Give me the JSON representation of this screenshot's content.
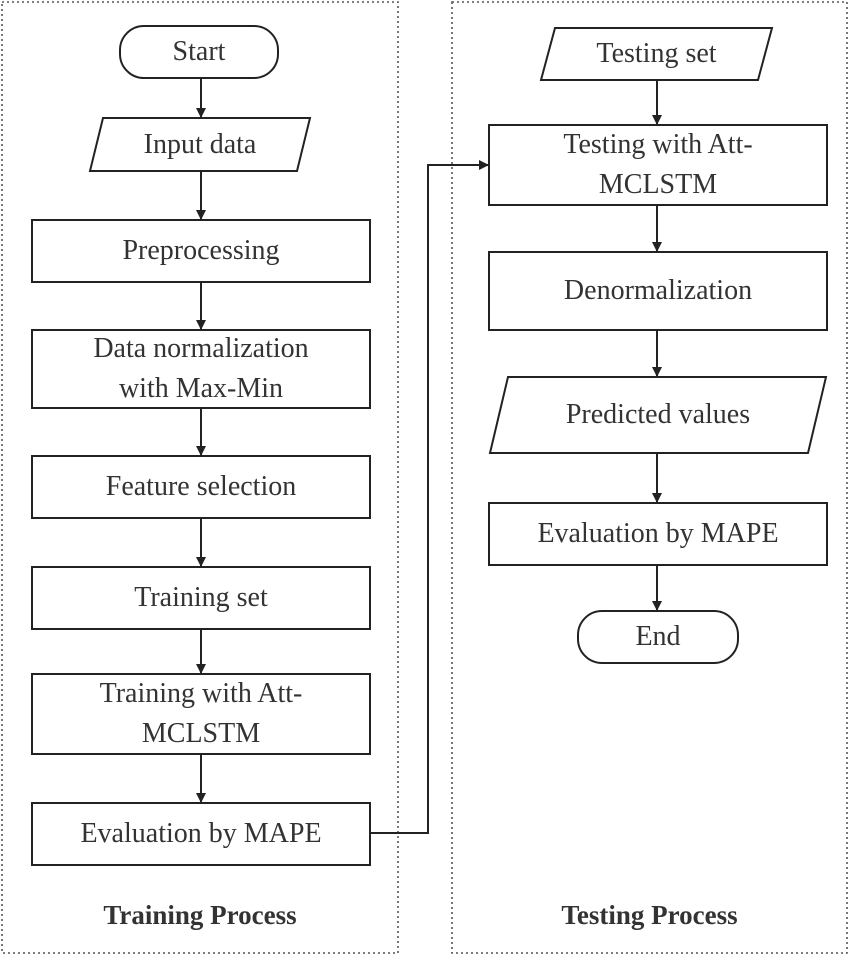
{
  "training": {
    "title": "Training Process",
    "start": "Start",
    "input": "Input data",
    "preprocessing": "Preprocessing",
    "normalization": "Data normalization with Max-Min",
    "feature": "Feature selection",
    "training_set": "Training set",
    "train_model": "Training with Att-MCLSTM",
    "evaluation": "Evaluation by MAPE"
  },
  "testing": {
    "title": "Testing Process",
    "testing_set": "Testing set",
    "test_model": "Testing with Att-MCLSTM",
    "denormalization": "Denormalization",
    "predicted": "Predicted values",
    "evaluation": "Evaluation by MAPE",
    "end": "End"
  },
  "colors": {
    "stroke": "#333333",
    "panel_border": "#555555",
    "text": "#333333",
    "background": "#ffffff"
  }
}
